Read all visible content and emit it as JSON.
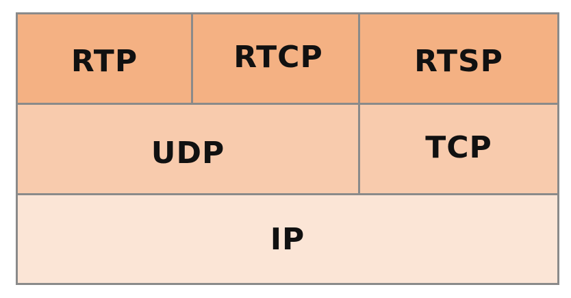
{
  "colors": {
    "application_layer": "#f4b183",
    "transport_layer": "#f8cbad",
    "network_layer": "#fbe5d6",
    "border": "#8a8a8a"
  },
  "layers": {
    "application": {
      "rtp": "RTP",
      "rtcp": "RTCP",
      "rtsp": "RTSP"
    },
    "transport": {
      "udp": "UDP",
      "tcp": "TCP"
    },
    "network": {
      "ip": "IP"
    }
  }
}
